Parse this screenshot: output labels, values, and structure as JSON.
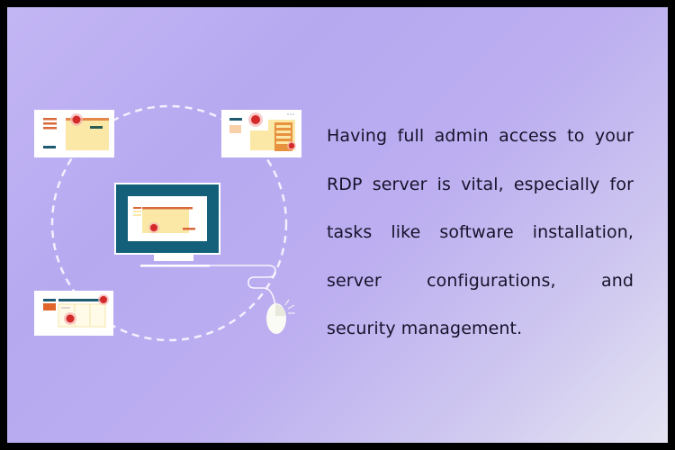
{
  "paragraph": {
    "lines": [
      "Having full admin access to your",
      "RDP server is vital, especially for",
      "tasks like software installation,",
      "server configurations, and",
      "security management."
    ]
  },
  "illustration": {
    "icons": [
      "network-diagram",
      "monitor-icon",
      "mouse-icon",
      "window-card-icon"
    ],
    "colors": {
      "background_start": "#c3b6f4",
      "background_end": "#e4e4f2",
      "monitor_frame": "#14607a",
      "card_bg": "#ffffff",
      "panel_yellow": "#fbe8a6",
      "accent_orange": "#e07a3a",
      "accent_red": "#d42a2a",
      "accent_teal": "#1f5a6e",
      "text": "#16132b"
    }
  }
}
